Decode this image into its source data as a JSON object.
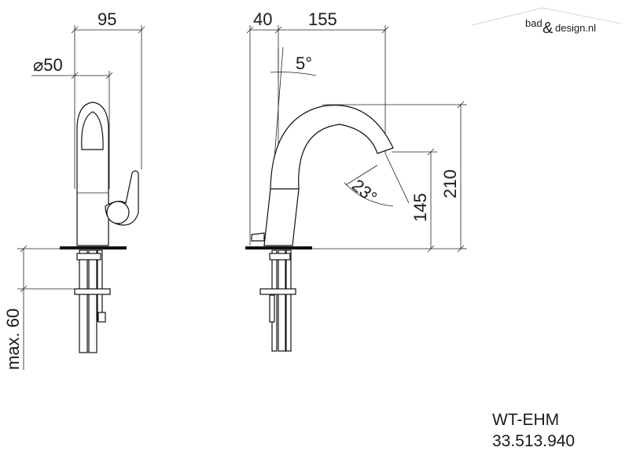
{
  "watermark": {
    "text_left": "bad",
    "ampersand": "&",
    "text_right": "design.nl"
  },
  "dimensions": {
    "width_front": "95",
    "diameter": "⌀50",
    "offset_side": "40",
    "reach": "155",
    "angle_tilt": "5°",
    "angle_spout": "23°",
    "height_outlet": "145",
    "height_total": "210",
    "max_thickness": "max. 60"
  },
  "product": {
    "model": "WT-EHM",
    "article_number": "33.513.940"
  }
}
